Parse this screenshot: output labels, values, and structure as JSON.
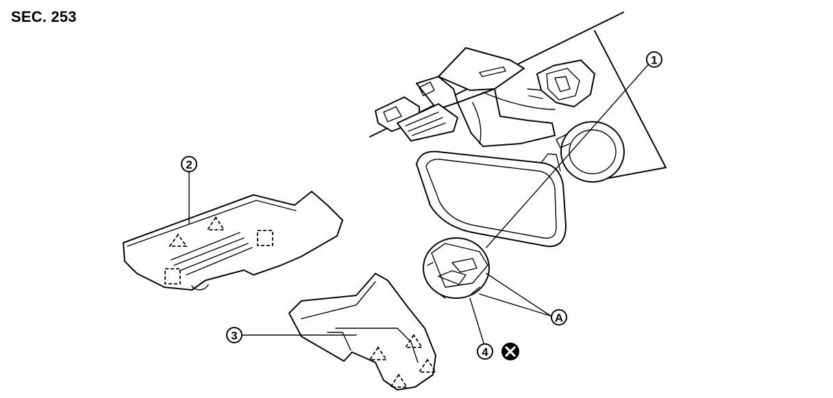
{
  "section_label": "SEC. 253",
  "callouts": {
    "c1": "1",
    "c2": "2",
    "c3": "3",
    "c4": "4",
    "cA": "A"
  },
  "icons": {
    "no_reuse": "circle-x-icon"
  }
}
